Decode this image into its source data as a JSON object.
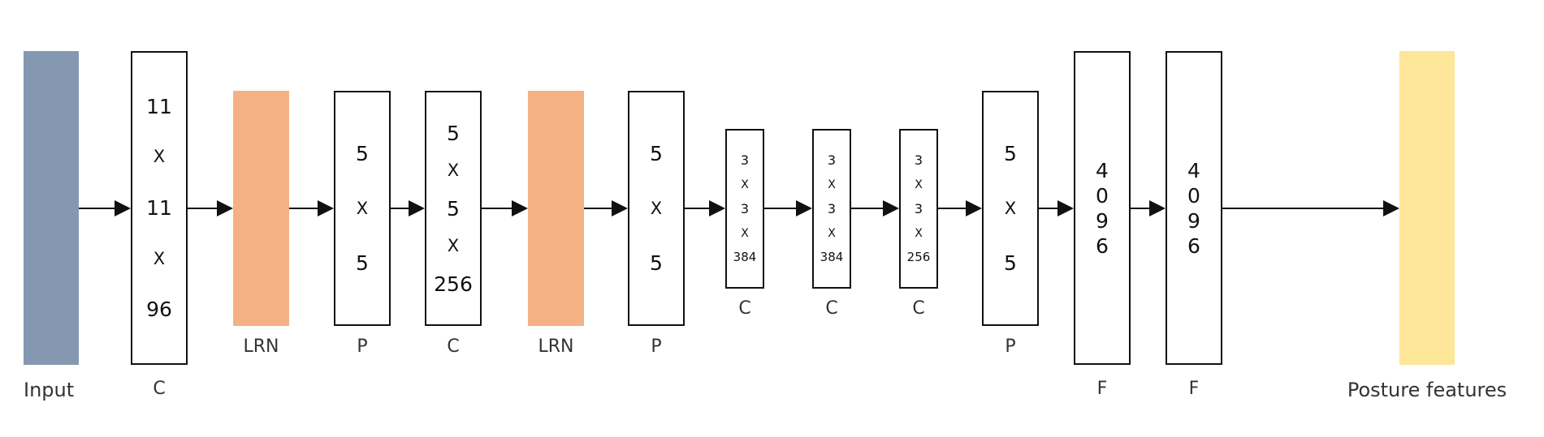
{
  "colors": {
    "input": "#8499b1",
    "lrn": "#f4b183",
    "output": "#fee699",
    "stroke": "#111111"
  },
  "blocks": [
    {
      "id": "input",
      "kind": "fill",
      "color_key": "input",
      "label": "Input",
      "tokens": []
    },
    {
      "id": "conv1",
      "kind": "box",
      "label": "C",
      "tokens": [
        "11",
        "X",
        "11",
        "X",
        "96"
      ]
    },
    {
      "id": "lrn1",
      "kind": "fill",
      "color_key": "lrn",
      "label": "LRN",
      "tokens": []
    },
    {
      "id": "pool1",
      "kind": "box",
      "label": "P",
      "tokens": [
        "5",
        "X",
        "5"
      ]
    },
    {
      "id": "conv2",
      "kind": "box",
      "label": "C",
      "tokens": [
        "5",
        "X",
        "5",
        "X",
        "256"
      ]
    },
    {
      "id": "lrn2",
      "kind": "fill",
      "color_key": "lrn",
      "label": "LRN",
      "tokens": []
    },
    {
      "id": "pool2",
      "kind": "box",
      "label": "P",
      "tokens": [
        "5",
        "X",
        "5"
      ]
    },
    {
      "id": "conv3",
      "kind": "box",
      "label": "C",
      "tokens": [
        "3",
        "X",
        "3",
        "X",
        "384"
      ]
    },
    {
      "id": "conv4",
      "kind": "box",
      "label": "C",
      "tokens": [
        "3",
        "X",
        "3",
        "X",
        "384"
      ]
    },
    {
      "id": "conv5",
      "kind": "box",
      "label": "C",
      "tokens": [
        "3",
        "X",
        "3",
        "X",
        "256"
      ]
    },
    {
      "id": "pool3",
      "kind": "box",
      "label": "P",
      "tokens": [
        "5",
        "X",
        "5"
      ]
    },
    {
      "id": "fc1",
      "kind": "box",
      "label": "F",
      "tokens": [
        "4",
        "0",
        "9",
        "6"
      ]
    },
    {
      "id": "fc2",
      "kind": "box",
      "label": "F",
      "tokens": [
        "4",
        "0",
        "9",
        "6"
      ]
    },
    {
      "id": "output",
      "kind": "fill",
      "color_key": "output",
      "label": "Posture features",
      "tokens": []
    }
  ]
}
